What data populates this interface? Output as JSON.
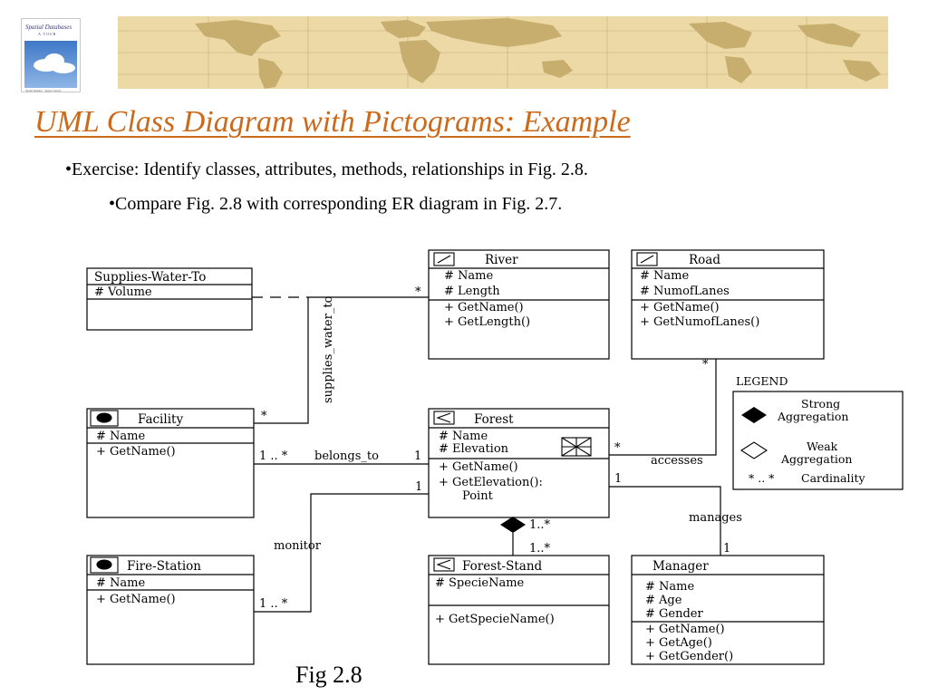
{
  "slide": {
    "title": "UML Class Diagram with Pictograms: Example",
    "bullets": [
      "•Exercise: Identify classes, attributes, methods, relationships in Fig. 2.8.",
      "•Compare Fig. 2.8 with corresponding ER diagram in Fig. 2.7."
    ],
    "caption": "Fig 2.8",
    "book": {
      "title_line1": "Spatial Databases",
      "title_line2": "A TOUR",
      "authors": "Shashi Shekhar · Sanjay Chawla"
    }
  },
  "colors": {
    "title": "#cc6a1c",
    "banner": "#ecd9a6",
    "banner_land": "#c7ad6e",
    "text": "#000000"
  },
  "diagram": {
    "classes": {
      "supplies": {
        "name": "Supplies-Water-To",
        "attributes": [
          "#  Volume"
        ],
        "methods": []
      },
      "river": {
        "name": "River",
        "pictogram": "line-pictogram-icon",
        "attributes": [
          "#  Name",
          "#  Length"
        ],
        "methods": [
          "+  GetName()",
          "+  GetLength()"
        ]
      },
      "road": {
        "name": "Road",
        "pictogram": "line-pictogram-icon",
        "attributes": [
          "#  Name",
          "#  NumofLanes"
        ],
        "methods": [
          "+  GetName()",
          "+  GetNumofLanes()"
        ]
      },
      "facility": {
        "name": "Facility",
        "pictogram": "point-pictogram-icon",
        "attributes": [
          "#  Name"
        ],
        "methods": [
          "+  GetName()"
        ]
      },
      "forest": {
        "name": "Forest",
        "pictogram": "polygon-pictogram-icon",
        "attributes": [
          "#  Name",
          "#  Elevation"
        ],
        "methods": [
          "+  GetName()",
          "+  GetElevation():",
          "Point"
        ]
      },
      "firestation": {
        "name": "Fire-Station",
        "pictogram": "point-pictogram-icon",
        "attributes": [
          "#  Name"
        ],
        "methods": [
          "+  GetName()"
        ]
      },
      "foreststand": {
        "name": "Forest-Stand",
        "pictogram": "polygon-pictogram-icon",
        "attributes": [
          "#  SpecieName"
        ],
        "methods": [
          "+  GetSpecieName()"
        ]
      },
      "manager": {
        "name": "Manager",
        "attributes": [
          "#  Name",
          "#  Age",
          "#  Gender"
        ],
        "methods": [
          "+  GetName()",
          "+  GetAge()",
          "+  GetGender()"
        ]
      }
    },
    "associations": {
      "supplies_water_to": "supplies_water_to",
      "belongs_to": "belongs_to",
      "accesses": "accesses",
      "manages": "manages",
      "monitor": "monitor"
    },
    "multiplicities": {
      "river_star": "*",
      "facility_star": "*",
      "facility_belongs": "1 .. *",
      "forest_belongs": "1",
      "forest_accesses": "*",
      "road_star": "*",
      "forest_manages": "1",
      "manager_manages": "1",
      "forest_monitor": "1",
      "firestation_monitor": "1 .. *",
      "aggregation_forest": "1..*",
      "aggregation_stand": "1..*"
    },
    "legend": {
      "title": "LEGEND",
      "strong_line1": "Strong",
      "strong_line2": "Aggregation",
      "weak_line1": "Weak",
      "weak_line2": "Aggregation",
      "cardinality_symbol": "* .. *",
      "cardinality_label": "Cardinality"
    }
  }
}
